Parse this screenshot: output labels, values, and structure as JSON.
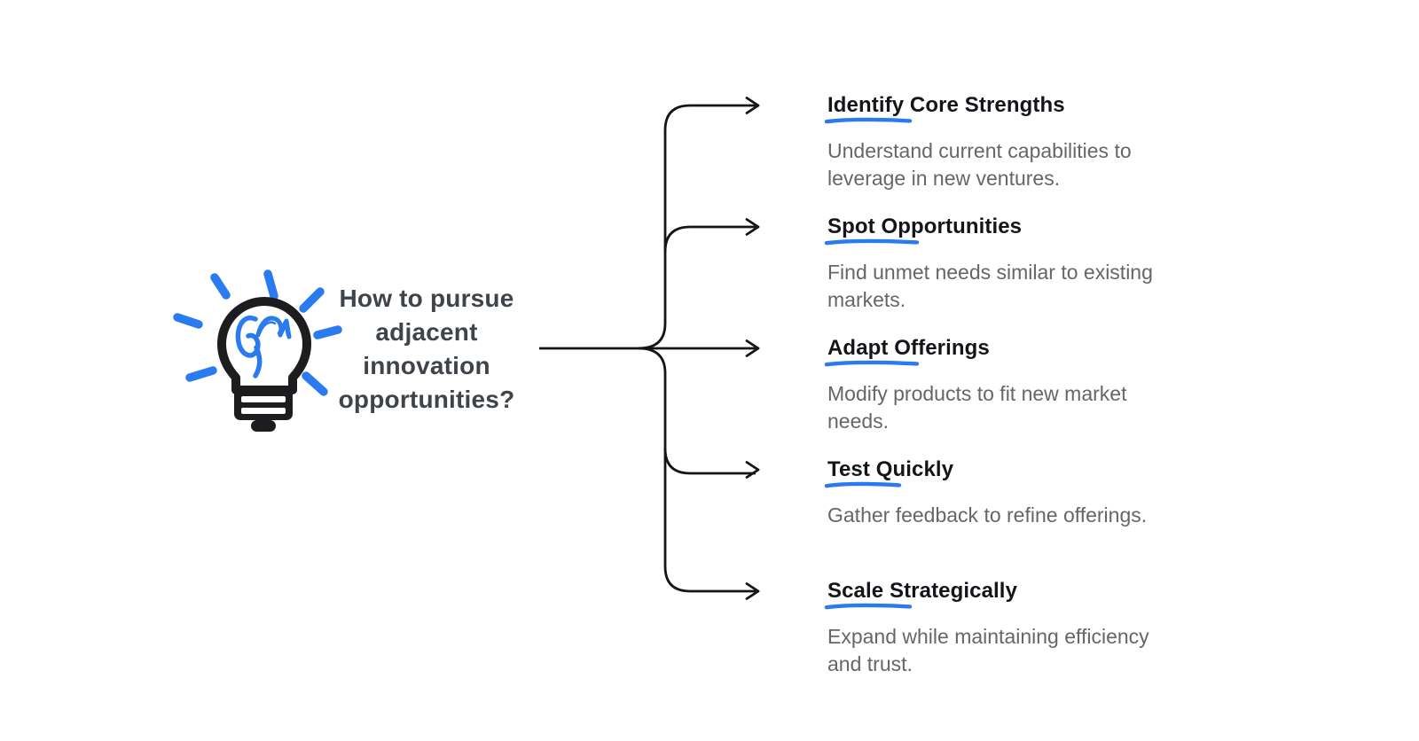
{
  "diagram_title": "How to pursue adjacent innovation opportunities?",
  "icon": {
    "name": "lightbulb-idea-icon",
    "style": "hand-drawn lightbulb with blue scribble and blue rays"
  },
  "colors": {
    "accent_blue": "#2a7bf0",
    "heading_text": "#131519",
    "body_text": "#646669",
    "question_text": "#3f444b",
    "connector_black": "#151515",
    "background": "#ffffff"
  },
  "items": [
    {
      "heading": "Identify Core Strengths",
      "underlined_word": "Identify",
      "description": "Understand current capabilities to leverage in new ventures."
    },
    {
      "heading": "Spot Opportunities",
      "underlined_word": "Spot Op",
      "description": "Find unmet needs similar to existing markets."
    },
    {
      "heading": "Adapt Offerings",
      "underlined_word": "Adapt O",
      "description": "Modify products to fit new market needs."
    },
    {
      "heading": "Test Quickly",
      "underlined_word": "Test Q",
      "description": "Gather feedback to refine offerings."
    },
    {
      "heading": "Scale Strategically",
      "underlined_word": "Scale S",
      "description": "Expand while maintaining efficiency and trust."
    }
  ]
}
